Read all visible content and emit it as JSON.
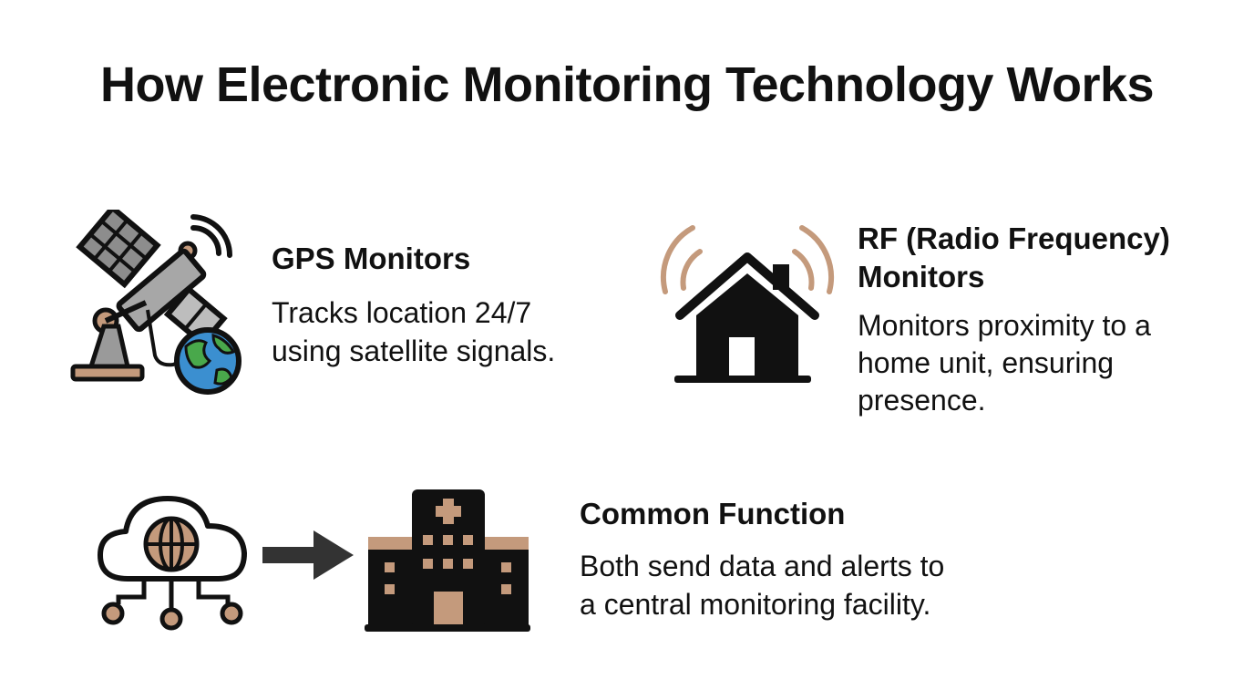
{
  "title": "How Electronic Monitoring Technology Works",
  "colors": {
    "text": "#111111",
    "accent": "#c49a7c",
    "gray": "#9a9a9a",
    "globe_blue": "#3b8fd0",
    "globe_green": "#49a84b"
  },
  "sections": {
    "gps": {
      "heading": "GPS Monitors",
      "desc_line1": "Tracks location 24/7",
      "desc_line2": "using satellite signals.",
      "icon": "satellite-dish-globe-icon"
    },
    "rf": {
      "heading_line1": "RF (Radio Frequency)",
      "heading_line2": "Monitors",
      "desc_line1": "Monitors proximity to a",
      "desc_line2": "home unit, ensuring",
      "desc_line3": "presence.",
      "icon": "house-signal-icon"
    },
    "common": {
      "heading": "Common Function",
      "desc_line1": "Both send data and alerts to",
      "desc_line2": "a central monitoring facility.",
      "icons": [
        "cloud-network-icon",
        "arrow-right-icon",
        "facility-building-icon"
      ]
    }
  }
}
